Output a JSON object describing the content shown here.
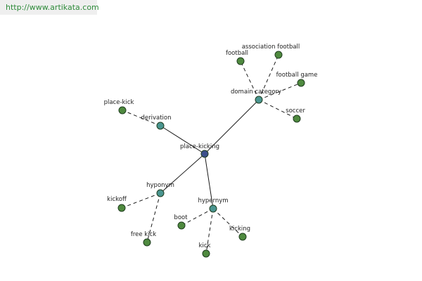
{
  "header": {
    "url": "http://www.artikata.com"
  },
  "colors": {
    "center_node": "#3c4f8c",
    "relation_node": "#4a9590",
    "term_node": "#4f8a3f",
    "url_text": "#2e8b3a"
  },
  "graph": {
    "center": {
      "label": "place-kicking"
    },
    "relations": [
      {
        "id": "derivation",
        "label": "derivation"
      },
      {
        "id": "domain-category",
        "label": "domain category"
      },
      {
        "id": "hyponym",
        "label": "hyponym"
      },
      {
        "id": "hypernym",
        "label": "hypernym"
      }
    ],
    "terms": [
      {
        "id": "place-kick",
        "label": "place-kick",
        "relation": "derivation"
      },
      {
        "id": "football",
        "label": "football",
        "relation": "domain-category"
      },
      {
        "id": "association-football",
        "label": "association football",
        "relation": "domain-category"
      },
      {
        "id": "football-game",
        "label": "football game",
        "relation": "domain-category"
      },
      {
        "id": "soccer",
        "label": "soccer",
        "relation": "domain-category"
      },
      {
        "id": "kickoff",
        "label": "kickoff",
        "relation": "hyponym"
      },
      {
        "id": "free-kick",
        "label": "free kick",
        "relation": "hyponym"
      },
      {
        "id": "boot",
        "label": "boot",
        "relation": "hypernym"
      },
      {
        "id": "kick",
        "label": "kick",
        "relation": "hypernym"
      },
      {
        "id": "kicking",
        "label": "kicking",
        "relation": "hypernym"
      }
    ]
  }
}
